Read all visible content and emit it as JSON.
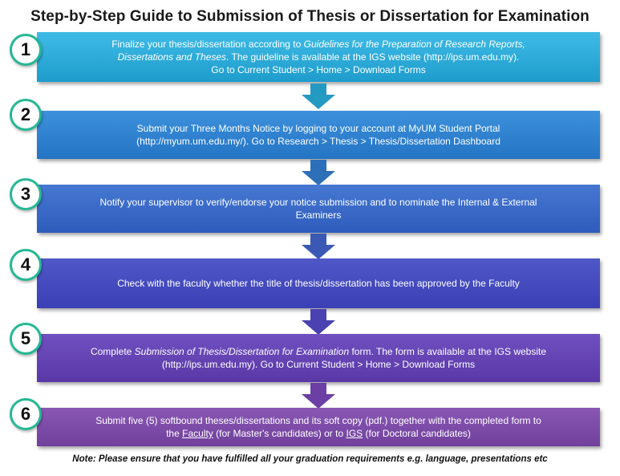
{
  "title": "Step-by-Step Guide to Submission of Thesis or Dissertation for Examination",
  "steps": [
    {
      "number": "1",
      "color": "#2aa9d8",
      "line1_a": "Finalize your thesis/dissertation according to ",
      "line1_em": "Guidelines for the Preparation of Research Reports,",
      "line2_em": "Dissertations and Theses",
      "line2_b": ". The guideline is available at the IGS website (http://ips.um.edu.my).",
      "line3": "Go to Current Student > Home > Download Forms"
    },
    {
      "number": "2",
      "color": "#2b7fd0",
      "line1": "Submit your Three Months Notice by logging to your account at MyUM Student Portal",
      "line2": "(http://myum.um.edu.my/).  Go to Research > Thesis > Thesis/Dissertation  Dashboard"
    },
    {
      "number": "3",
      "color": "#3768c8",
      "line1": "Notify your supervisor to verify/endorse your notice submission and to nominate the Internal & External",
      "line2": "Examiners"
    },
    {
      "number": "4",
      "color": "#4450c0",
      "line1": "Check with the faculty whether the title of thesis/dissertation has been approved by the Faculty"
    },
    {
      "number": "5",
      "color": "#6a45b5",
      "line1_a": "Complete ",
      "line1_em": "Submission of Thesis/Dissertation for Examination",
      "line1_b": " form. The form is available at the IGS website",
      "line2": "(http://ips.um.edu.my).  Go to Current Student > Home > Download Forms"
    },
    {
      "number": "6",
      "color": "#7e4aa6",
      "line1": "Submit five (5) softbound theses/dissertations and its soft copy (pdf.) together with the completed form to",
      "line2_a": "the ",
      "line2_u1": "Faculty",
      "line2_b": " (for Master's candidates) or to ",
      "line2_u2": "IGS",
      "line2_c": " (for Doctoral candidates)"
    }
  ],
  "arrow_colors": [
    "#2499c2",
    "#2d6fb8",
    "#3a58b4",
    "#4a42b0",
    "#6c3fa4"
  ],
  "circle_border_color": "#25b894",
  "note": "Note: Please ensure that you have fulfilled all your graduation requirements e.g. language, presentations etc"
}
